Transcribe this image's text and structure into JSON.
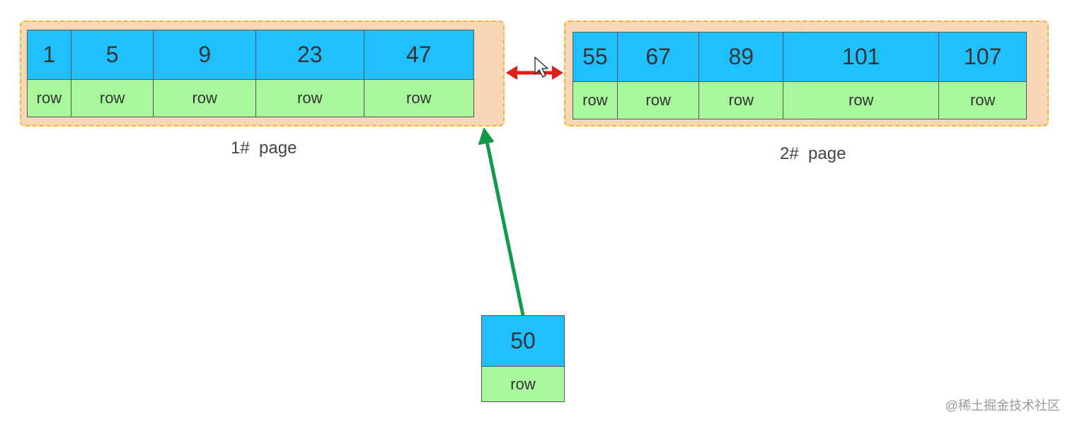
{
  "pages": [
    {
      "label": "1#  page",
      "records": [
        {
          "key": "1",
          "row": "row"
        },
        {
          "key": "5",
          "row": "row"
        },
        {
          "key": "9",
          "row": "row"
        },
        {
          "key": "23",
          "row": "row"
        },
        {
          "key": "47",
          "row": "row"
        }
      ]
    },
    {
      "label": "2#  page",
      "records": [
        {
          "key": "55",
          "row": "row"
        },
        {
          "key": "67",
          "row": "row"
        },
        {
          "key": "89",
          "row": "row"
        },
        {
          "key": "101",
          "row": "row"
        },
        {
          "key": "107",
          "row": "row"
        }
      ]
    }
  ],
  "new_record": {
    "key": "50",
    "row": "row"
  },
  "watermark": "@稀土掘金技术社区",
  "colors": {
    "key_cell": "#1ec0ff",
    "row_cell": "#a8f79c",
    "page_background": "#f8d7b5",
    "page_border": "#f2b53b",
    "link_arrow": "#e21b1b",
    "insert_arrow": "#129a4a"
  }
}
